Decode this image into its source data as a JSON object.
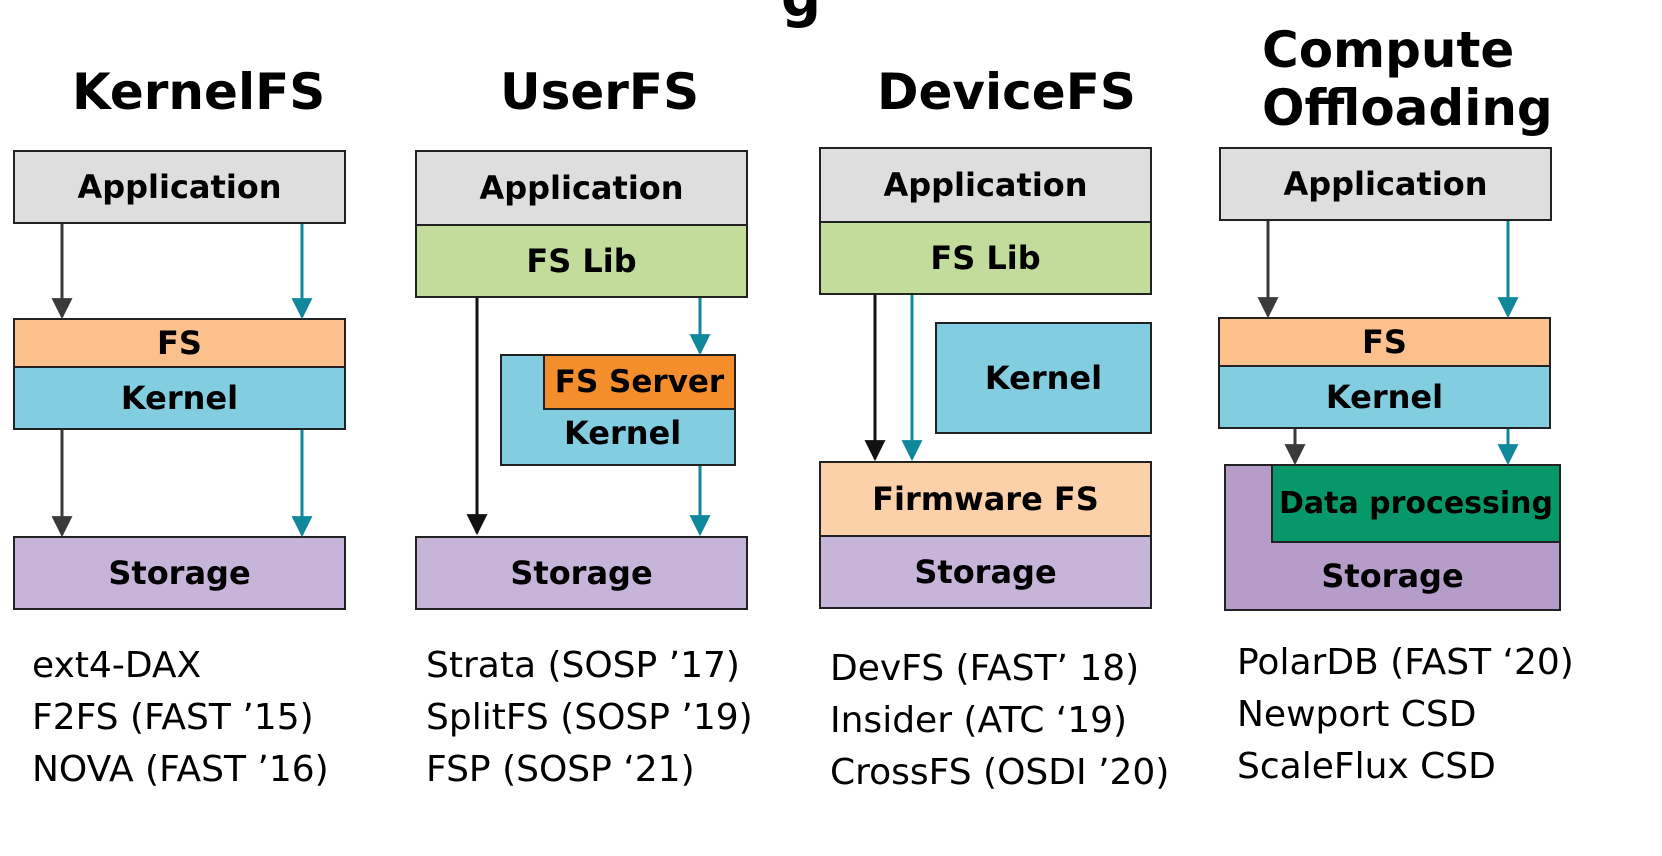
{
  "top_fragment": "g",
  "colors": {
    "application": "#dedede",
    "fs_lib": "#c2dc9c",
    "fs": "#fcc08c",
    "kernel": "#82cddf",
    "storage": "#c7b4d9",
    "storage_dark": "#b59cc9",
    "fs_server": "#f48d2c",
    "firmware_fs": "#fcd0a8",
    "data_processing": "#07986a",
    "arrow_dark": "#3a3a3a",
    "arrow_teal": "#10889c"
  },
  "columns": {
    "kernelfs": {
      "title": "KernelFS",
      "application": "Application",
      "fs": "FS",
      "kernel": "Kernel",
      "storage": "Storage",
      "examples": [
        "ext4-DAX",
        "F2FS (FAST ’15)",
        "NOVA (FAST ’16)"
      ]
    },
    "userfs": {
      "title": "UserFS",
      "application": "Application",
      "fs_lib": "FS Lib",
      "fs_server": "FS Server",
      "kernel": "Kernel",
      "storage": "Storage",
      "examples": [
        "Strata (SOSP ’17)",
        "SplitFS (SOSP ’19)",
        "FSP (SOSP ‘21)"
      ]
    },
    "devicefs": {
      "title": "DeviceFS",
      "application": "Application",
      "fs_lib": "FS Lib",
      "kernel": "Kernel",
      "firmware_fs": "Firmware FS",
      "storage": "Storage",
      "examples": [
        "DevFS (FAST’ 18)",
        "Insider (ATC ‘19)",
        "CrossFS (OSDI ’20)"
      ]
    },
    "offload": {
      "title_line1": "Compute",
      "title_line2": "Offloading",
      "application": "Application",
      "fs": "FS",
      "kernel": "Kernel",
      "data_processing": "Data processing",
      "storage": "Storage",
      "examples": [
        "PolarDB (FAST ‘20)",
        "Newport CSD",
        "ScaleFlux CSD"
      ]
    }
  }
}
